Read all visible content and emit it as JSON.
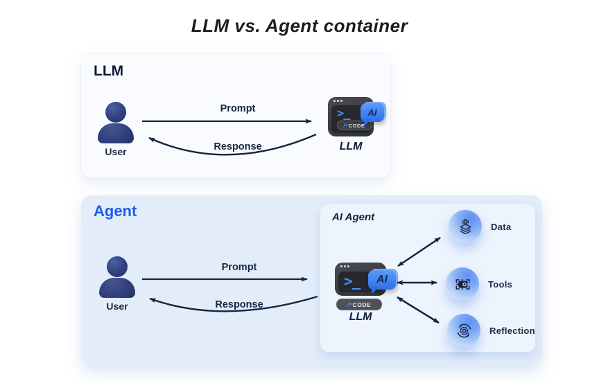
{
  "title": "LLM vs. Agent container",
  "llm_panel": {
    "heading": "LLM",
    "user_label": "User",
    "prompt_label": "Prompt",
    "response_label": "Response",
    "terminal": {
      "ai_badge": "AI",
      "prompt_glyph": ">_",
      "code_prefix": "/*",
      "code_text": "CODE",
      "caption": "LLM"
    }
  },
  "agent_panel": {
    "heading": "Agent",
    "user_label": "User",
    "prompt_label": "Prompt",
    "response_label": "Response",
    "ai_agent_box": {
      "heading": "AI Agent",
      "terminal": {
        "ai_badge": "AI",
        "prompt_glyph": ">_",
        "code_prefix": "/*",
        "code_text": "CODE",
        "caption": "LLM"
      },
      "capabilities": [
        {
          "label": "Data",
          "icon": "data-layers-icon"
        },
        {
          "label": "Tools",
          "icon": "chip-icon"
        },
        {
          "label": "Reflection",
          "icon": "gear-cycle-icon"
        }
      ]
    }
  },
  "colors": {
    "accent_blue": "#1b5cf0",
    "badge_blue": "#2e6fe8",
    "navy_text": "#13203c",
    "arrow": "#15243f",
    "llm_panel_bg": "#f9fbfe",
    "agent_panel_bg": "#e3edfa",
    "inner_panel_bg": "#edf4fd"
  }
}
